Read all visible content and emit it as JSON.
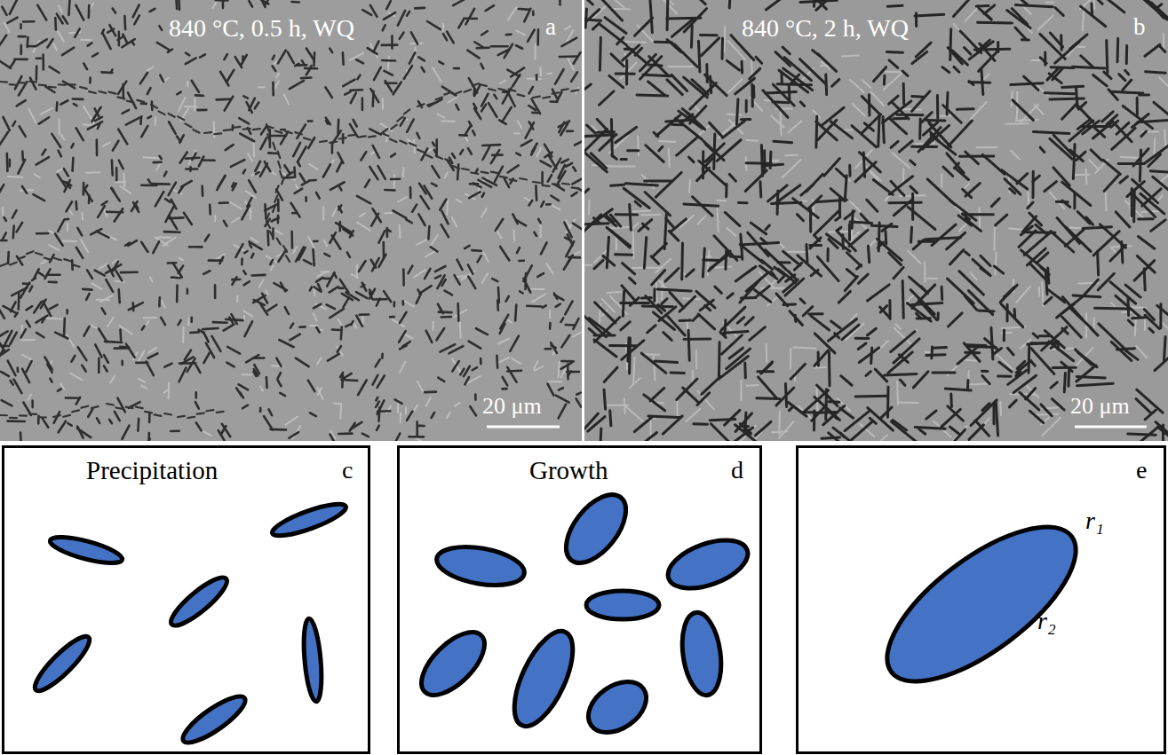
{
  "diagram": {
    "nodes": [
      {
        "text": [
          "840 °C, 0.5 h, WQ",
          "a",
          "20 μm"
        ]
      },
      {
        "text": [
          "840 °C, 2 h, WQ",
          "b",
          "20 μm"
        ]
      },
      {
        "text": [
          "Precipitation",
          "c"
        ]
      },
      {
        "text": [
          "Growth",
          "d"
        ]
      },
      {
        "text": [
          "e",
          "r₁",
          "r₂"
        ]
      }
    ]
  }
}
